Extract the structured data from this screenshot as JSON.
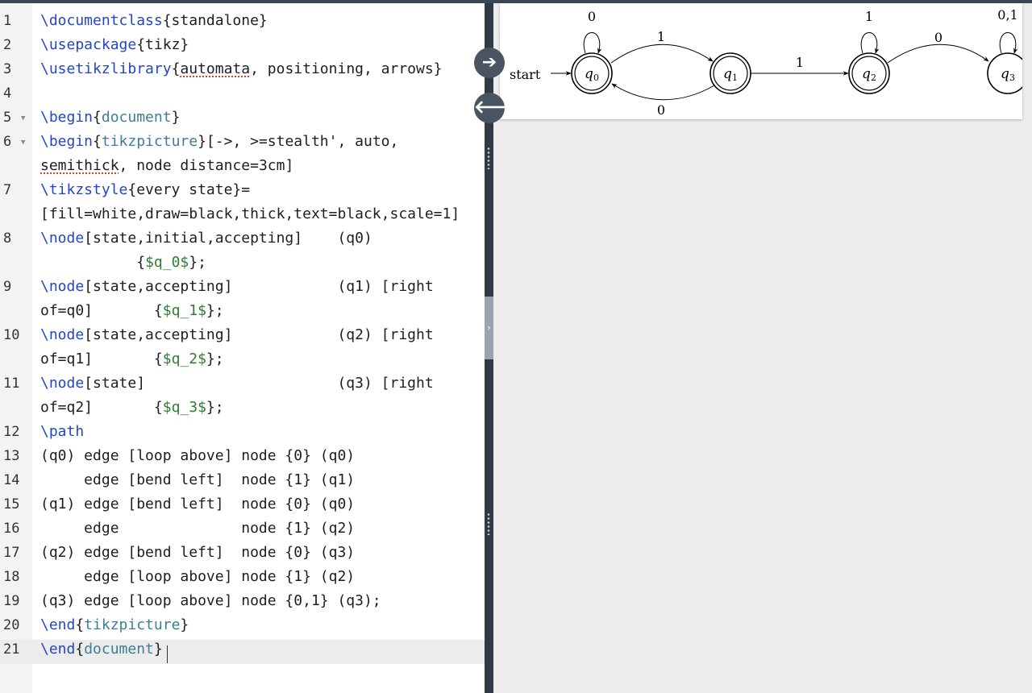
{
  "editor": {
    "lines": [
      {
        "num": "1"
      },
      {
        "num": "2"
      },
      {
        "num": "3"
      },
      {
        "num": "4"
      },
      {
        "num": "5"
      },
      {
        "num": "6"
      },
      {
        "num": "7"
      },
      {
        "num": "8"
      },
      {
        "num": "9"
      },
      {
        "num": "10"
      },
      {
        "num": "11"
      },
      {
        "num": "12"
      },
      {
        "num": "13"
      },
      {
        "num": "14"
      },
      {
        "num": "15"
      },
      {
        "num": "16"
      },
      {
        "num": "17"
      },
      {
        "num": "18"
      },
      {
        "num": "19"
      },
      {
        "num": "20"
      },
      {
        "num": "21"
      }
    ],
    "tokens": {
      "l1a": "\\documentclass",
      "l1b": "{standalone}",
      "l2a": "\\usepackage",
      "l2b": "{tikz}",
      "l3a": "\\usetikzlibrary",
      "l3b": "{",
      "l3c": "automata",
      "l3d": ", positioning, arrows}",
      "l5a": "\\begin",
      "l5b": "{",
      "l5c": "document",
      "l5d": "}",
      "l6a": "\\begin",
      "l6b": "{",
      "l6c": "tikzpicture",
      "l6d": "}[->, >=stealth', auto,",
      "l6e": "semithick",
      "l6f": ", node distance=3cm]",
      "l7a": "\\tikzstyle",
      "l7b": "{every state}=",
      "l7c": "[fill=white,draw=black,thick,text=black,scale=1]",
      "l8a": "\\node",
      "l8b": "[state,initial,accepting]    (q0)",
      "l8c": "           ",
      "l8d": "{",
      "l8e": "$q_0$",
      "l8f": "};",
      "l9a": "\\node",
      "l9b": "[state,accepting]            (q1) [right",
      "l9c": "of=q0]       ",
      "l9d": "{",
      "l9e": "$q_1$",
      "l9f": "};",
      "l10a": "\\node",
      "l10b": "[state,accepting]            (q2) [right",
      "l10c": "of=q1]       ",
      "l10d": "{",
      "l10e": "$q_2$",
      "l10f": "};",
      "l11a": "\\node",
      "l11b": "[state]                      (q3) [right",
      "l11c": "of=q2]       ",
      "l11d": "{",
      "l11e": "$q_3$",
      "l11f": "};",
      "l12a": "\\path",
      "l13": "(q0) edge [loop above] node {0} (q0)",
      "l14": "     edge [bend left]  node {1} (q1)",
      "l15": "(q1) edge [bend left]  node {0} (q0)",
      "l16": "     edge              node {1} (q2)",
      "l17": "(q2) edge [bend left]  node {0} (q3)",
      "l18": "     edge [loop above] node {1} (q2)",
      "l19": "(q3) edge [loop above] node {0,1} (q3);",
      "l20a": "\\end",
      "l20b": "{",
      "l20c": "tikzpicture",
      "l20d": "}",
      "l21a": "\\end",
      "l21b": "{",
      "l21c": "document",
      "l21d": "}"
    }
  },
  "controls": {
    "compile_icon": "arrow-right-icon",
    "sync_icon": "arrow-left-icon",
    "compile_glyph": "➔",
    "sync_glyph": "🡐",
    "collapse_glyph": "›"
  },
  "preview": {
    "diagram": {
      "states": [
        "q",
        "q",
        "q",
        "q"
      ],
      "subscripts": [
        "0",
        "1",
        "2",
        "3"
      ],
      "start_label": "start",
      "edge_labels": {
        "q0_loop": "0",
        "q0_q1": "1",
        "q1_q0": "0",
        "q1_q2": "1",
        "q2_loop": "1",
        "q2_q3": "0",
        "q3_loop": "0,1"
      }
    }
  },
  "colors": {
    "keyword": "#2246c7",
    "argument": "#3c7f91",
    "math": "#2e7d32",
    "spellcheck": "#e53935",
    "divider": "#2f3a46"
  }
}
